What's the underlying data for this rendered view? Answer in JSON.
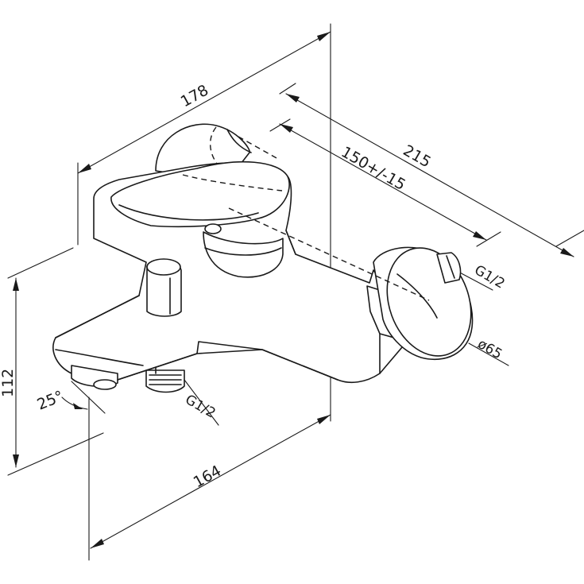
{
  "dimensions": {
    "top_width": "178",
    "depth_total": "215",
    "depth_adjust": "150+/-15",
    "height": "112",
    "bottom_width": "164",
    "spout_angle": "25°",
    "inlet_thread": "G1/2",
    "outlet_thread": "G1/2",
    "flange_diameter": "ø65"
  }
}
